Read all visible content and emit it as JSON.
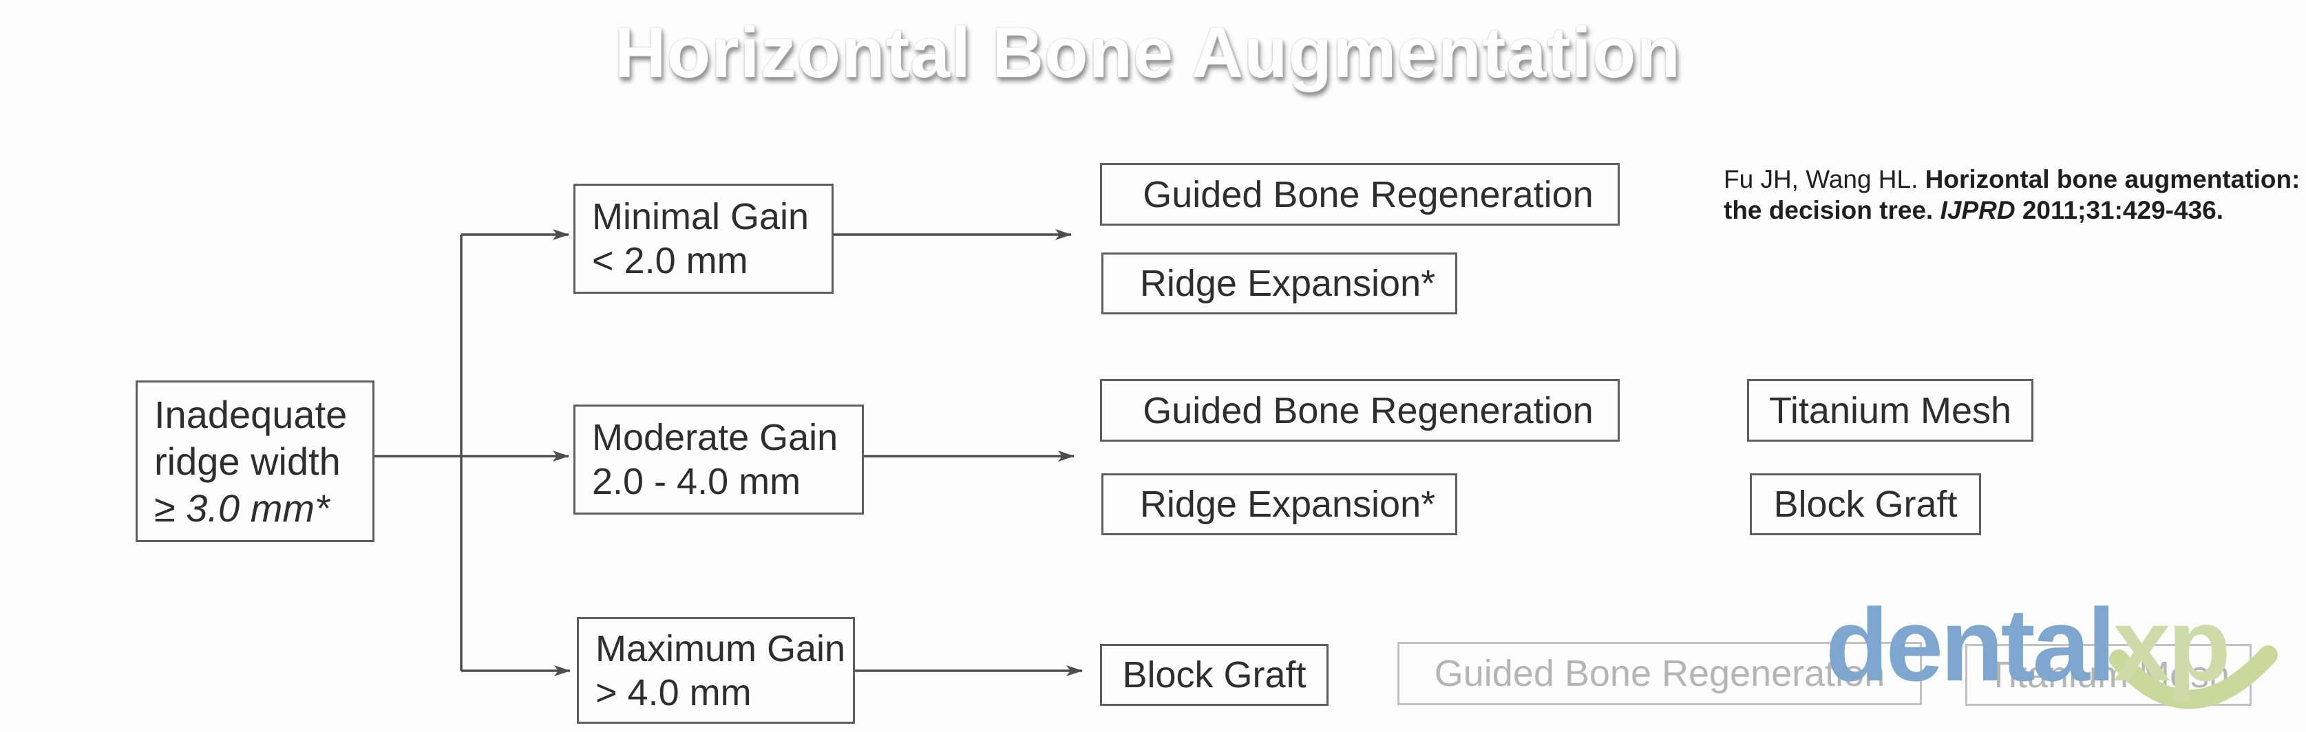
{
  "title": "Horizontal Bone Augmentation",
  "citation": {
    "authors": "Fu JH, Wang HL.",
    "title_part1": "Horizontal bone augmentation:",
    "title_part2": "the decision tree.",
    "journal": "IJPRD",
    "reference": "2011;31:429-436."
  },
  "flowchart": {
    "root": {
      "line1": "Inadequate",
      "line2": "ridge width",
      "line3": "≥ 3.0 mm*"
    },
    "branches": [
      {
        "label": "Minimal Gain",
        "range": "< 2.0 mm",
        "options": [
          "Guided Bone Regeneration",
          "Ridge Expansion*"
        ]
      },
      {
        "label": "Moderate Gain",
        "range": "2.0 - 4.0 mm",
        "options": [
          "Guided Bone Regeneration",
          "Ridge Expansion*",
          "Titanium Mesh",
          "Block Graft"
        ]
      },
      {
        "label": "Maximum Gain",
        "range": "> 4.0 mm",
        "options": [
          "Block Graft",
          "Guided Bone Regeneration",
          "Titanium Mesh"
        ],
        "muted_options": [
          "Guided Bone Regeneration",
          "Titanium Mesh"
        ]
      }
    ]
  },
  "watermark": {
    "part1": "dental",
    "part2": "xp"
  },
  "colors": {
    "background": "#fdfdfd",
    "box_border": "#5e5e5e",
    "box_text": "#2e2e2e",
    "muted_border": "#c2c2c2",
    "muted_text": "#b5b5b5",
    "connector_line": "#4d4d4d",
    "title_text": "#fefefe",
    "title_shadow": "#8f8f8f",
    "logo_blue": "#7ea6cf",
    "logo_green": "#cedba8",
    "logo_smile": "#c9d99c"
  }
}
